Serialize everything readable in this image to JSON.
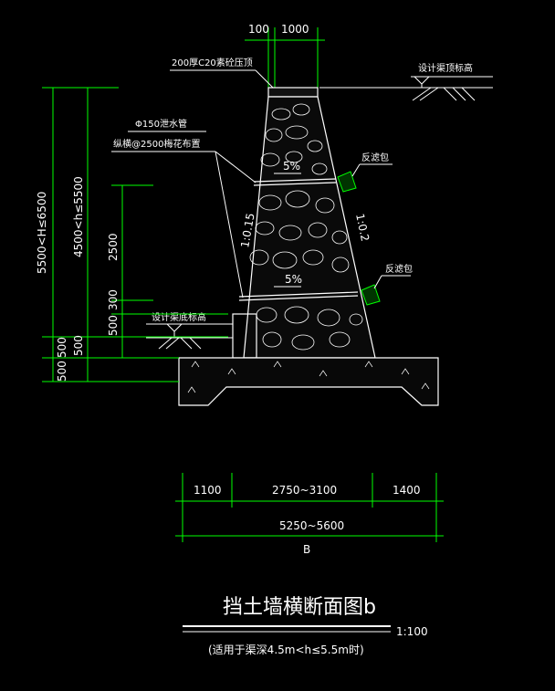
{
  "labels": {
    "top_dim_left": "100",
    "top_dim_right": "1000",
    "cap": "200厚C20素砼压顶",
    "design_bank": "设计渠顶标高",
    "drain_pipe_1": "Φ150泄水管",
    "drain_pipe_2": "纵横@2500梅花布置",
    "filter_pack_1": "反滤包",
    "filter_pack_2": "反滤包",
    "slope_top": "5%",
    "slope_bottom": "5%",
    "batter_left": "1:0.15",
    "batter_right": "1:0.2",
    "channel_bottom": "设计渠底标高",
    "H_range": "5500<H≤6500",
    "h_range": "4500<h≤5500",
    "v_2500": "2500",
    "v_300": "300",
    "v_500a": "500",
    "v_500b": "500",
    "v_500c": "500",
    "v_500d": "500"
  },
  "bottom_dims": {
    "d1": "1100",
    "d2": "2750~3100",
    "d3": "1400",
    "total": "5250~5600",
    "B": "B"
  },
  "title": {
    "main": "挡土墙横断面图b",
    "scale": "1:100",
    "note": "(适用于渠深4.5m<h≤5.5m时)"
  },
  "colors": {
    "background": "#000000",
    "wall": "#ffffff",
    "dimension": "#00ff00",
    "leader": "#ffffff",
    "filter": "#00ff00"
  }
}
